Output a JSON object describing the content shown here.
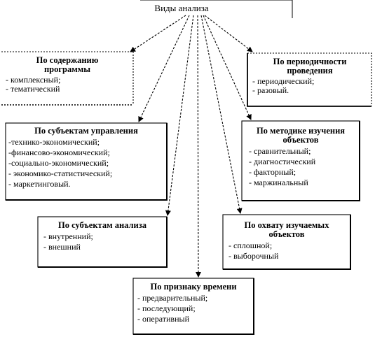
{
  "root": {
    "label": "Виды анализа"
  },
  "boxes": [
    {
      "id": "content",
      "title": "По содержанию программы",
      "items": [
        "- комплексный;",
        "- тематический"
      ]
    },
    {
      "id": "periodicity",
      "title": "По периодичности проведения",
      "items": [
        "- периодический;",
        "- разовый."
      ]
    },
    {
      "id": "mgmt-subjects",
      "title": "По субъектам управления",
      "items": [
        "-технико-экономический;",
        "-финансово-экономический;",
        "-социально-экономический;",
        "- экономико-статистический;",
        "- маркетинговый."
      ]
    },
    {
      "id": "method",
      "title": "По методике изучения объектов",
      "items": [
        "- сравнительный;",
        "- диагностический",
        "- факторный;",
        "- маржинальный"
      ]
    },
    {
      "id": "analysis-subjects",
      "title": "По субъектам анализа",
      "items": [
        "- внутренний;",
        "- внешний"
      ]
    },
    {
      "id": "coverage",
      "title": "По охвату изучаемых объектов",
      "items": [
        "- сплошной;",
        "- выборочный"
      ]
    },
    {
      "id": "time",
      "title": "По признаку времени",
      "items": [
        "- предварительный;",
        "- последующий;",
        "- оперативный"
      ]
    }
  ]
}
